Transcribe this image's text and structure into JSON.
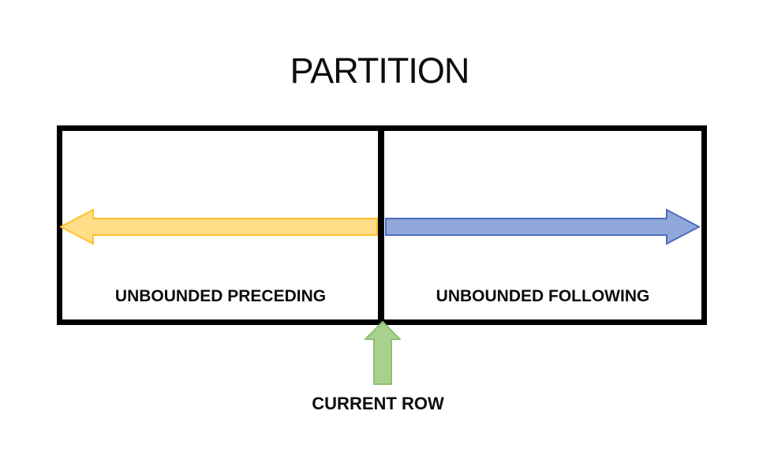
{
  "title": "PARTITION",
  "partition": {
    "cells": [
      {
        "label": "UNBOUNDED PRECEDING",
        "arrow_direction": "left"
      },
      {
        "label": "UNBOUNDED FOLLOWING",
        "arrow_direction": "right"
      }
    ]
  },
  "current_row": {
    "label": "CURRENT ROW",
    "arrow_direction": "up"
  },
  "colors": {
    "background": "#FFFFFF",
    "box_border": "#000000",
    "text": "#0D0D0D",
    "preceding_arrow_fill": "#FFDE87",
    "preceding_arrow_stroke": "#FFC02E",
    "following_arrow_fill": "#91A8DB",
    "following_arrow_stroke": "#4D6CC0",
    "current_row_arrow_fill": "#A9D18E",
    "current_row_arrow_stroke": "#8CBF72"
  }
}
